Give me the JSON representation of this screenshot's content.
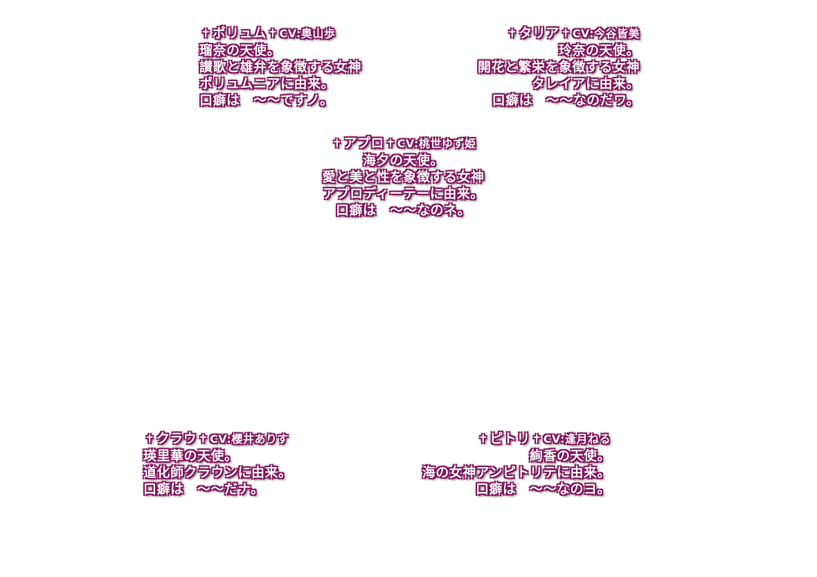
{
  "cards": {
    "polyum": {
      "cross": "✝",
      "name": "ポリュム",
      "cv": "CV:奥山歩",
      "lines": [
        "瑠奈の天使。",
        "讃歌と雄弁を象徴する女神",
        "ポリュムニアに由来。",
        "口癖は　～～ですノ。"
      ]
    },
    "talia": {
      "cross": "✝",
      "name": "タリア",
      "cv": "CV:今谷皆美",
      "lines": [
        "玲奈の天使。",
        "開花と繁栄を象徴する女神",
        "タレイアに由来。",
        "口癖は　～～なのだワ。"
      ]
    },
    "aphro": {
      "cross": "✝",
      "name": "アプロ",
      "cv": "CV:桃世ゆず姫",
      "lines": [
        "海夕の天使。",
        "愛と美と性を象徴する女神",
        "アプロディーテーに由来。",
        "口癖は　～～なのネ。"
      ]
    },
    "clau": {
      "cross": "✝",
      "name": "クラウ",
      "cv": "CV:櫻井ありす",
      "lines": [
        "瑛里華の天使。",
        "道化師クラウンに由来。",
        "口癖は　～～だナ。"
      ]
    },
    "pitri": {
      "cross": "✝",
      "name": "ピトリ",
      "cv": "CV:逢月ねる",
      "lines": [
        "絢香の天使。",
        "海の女神アンピトリテに由来。",
        "口癖は　～～なのヨ。"
      ]
    }
  },
  "colors": {
    "text": "#ffffff",
    "outline": "#7a0d57",
    "shadow": "#3a0628"
  }
}
